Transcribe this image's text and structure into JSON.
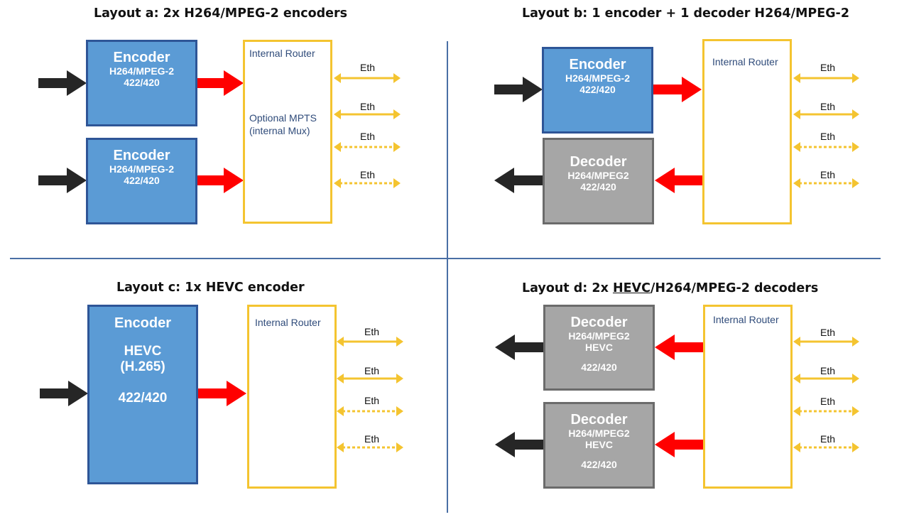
{
  "layouts": {
    "a": {
      "title": "Layout a: 2x H264/MPEG-2 encoders",
      "encoder1": {
        "name": "Encoder",
        "codec": "H264/MPEG-2",
        "format": "422/420"
      },
      "encoder2": {
        "name": "Encoder",
        "codec": "H264/MPEG-2",
        "format": "422/420"
      },
      "router_label": "Internal Router",
      "mpts_line1": "Optional MPTS",
      "mpts_line2": "(internal Mux)",
      "eth": [
        "Eth",
        "Eth",
        "Eth",
        "Eth"
      ]
    },
    "b": {
      "title": "Layout b: 1 encoder + 1 decoder H264/MPEG-2",
      "encoder": {
        "name": "Encoder",
        "codec": "H264/MPEG-2",
        "format": "422/420"
      },
      "decoder": {
        "name": "Decoder",
        "codec": "H264/MPEG2",
        "format": "422/420"
      },
      "router_label": "Internal Router",
      "eth": [
        "Eth",
        "Eth",
        "Eth",
        "Eth"
      ]
    },
    "c": {
      "title": "Layout c: 1x HEVC encoder",
      "encoder": {
        "name": "Encoder",
        "codec": "HEVC",
        "codec_alt": "(H.265)",
        "format": "422/420"
      },
      "router_label": "Internal Router",
      "eth": [
        "Eth",
        "Eth",
        "Eth",
        "Eth"
      ]
    },
    "d": {
      "title_prefix": "Layout d: 2x ",
      "title_underlined": "HEVC",
      "title_suffix": "/H264/MPEG-2 decoders",
      "decoder1": {
        "name": "Decoder",
        "codec": "H264/MPEG2",
        "codec2": "HEVC",
        "format": "422/420"
      },
      "decoder2": {
        "name": "Decoder",
        "codec": "H264/MPEG2",
        "codec2": "HEVC",
        "format": "422/420"
      },
      "router_label": "Internal Router",
      "eth": [
        "Eth",
        "Eth",
        "Eth",
        "Eth"
      ]
    }
  },
  "colors": {
    "encoder_fill": "#5b9bd5",
    "decoder_fill": "#a6a6a6",
    "router_border": "#f4c430",
    "stream_arrow": "#ff0000",
    "io_arrow": "#262626",
    "eth_arrow": "#f4c430",
    "divider": "#4a6fa5"
  }
}
